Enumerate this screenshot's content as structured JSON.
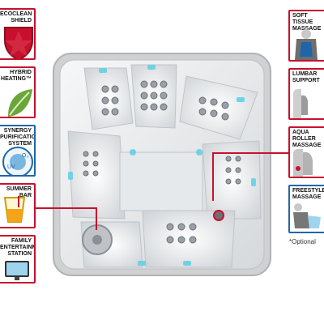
{
  "left_features": [
    {
      "label": "ECOCLEAN\nSHIELD",
      "icon": "shield-icon"
    },
    {
      "label": "HYBRID\nHEATING™",
      "icon": "leaf-icon"
    },
    {
      "label": "SYNERGY\nPURIFICATION\nSYSTEM",
      "icon": "purification-icon"
    },
    {
      "label": "SUMMER BAR",
      "icon": "drink-icon"
    },
    {
      "label": "FAMILY\nENTERTAINMENT\nSTATION",
      "icon": "tv-icon"
    }
  ],
  "right_features": [
    {
      "label": "SOFT TISSUE\nMASSAGE",
      "icon": "massage-icon"
    },
    {
      "label": "LUMBAR\nSUPPORT",
      "icon": "lumbar-icon"
    },
    {
      "label": "AQUA\nROLLER\nMASSAGE",
      "icon": "roller-icon"
    },
    {
      "label": "FREESTYLE\nMASSAGE",
      "icon": "freestyle-icon"
    }
  ],
  "uv_label": "UV",
  "o3_label": "O₃",
  "optional_note": "*Optional",
  "colors": {
    "red": "#c8102e",
    "blue": "#1f66a8",
    "tub_gray": "#cfd1d3",
    "water": "#64d0e6"
  }
}
